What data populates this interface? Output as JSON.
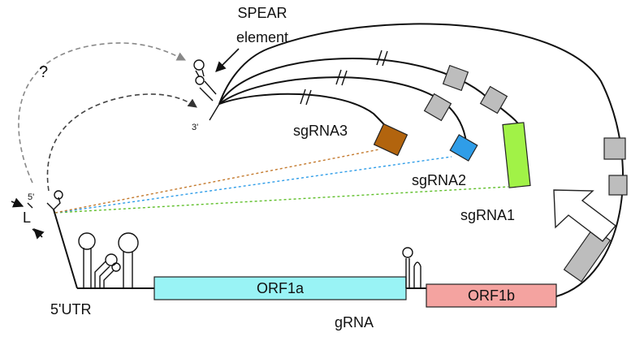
{
  "labels": {
    "spear_line1": "SPEAR",
    "spear_line2": "element",
    "question": "?",
    "three_prime": "3'",
    "five_prime": "5'",
    "leader": "L",
    "utr": "5'UTR",
    "orf1a": "ORF1a",
    "orf1b": "ORF1b",
    "grna": "gRNA",
    "sgrna1": "sgRNA1",
    "sgrna2": "sgRNA2",
    "sgrna3": "sgRNA3"
  },
  "colors": {
    "orf1a": "#99F3F5",
    "orf1b": "#F4A3A0",
    "sgrna1": "#A1F247",
    "sgrna2": "#2F9DE8",
    "sgrna3": "#B2640E",
    "gene_box": "#BDBDBD",
    "link1": "#5FBF2A",
    "link2": "#2F9DE8",
    "link3": "#C47A2E",
    "dashed_arrow": "#888888"
  }
}
